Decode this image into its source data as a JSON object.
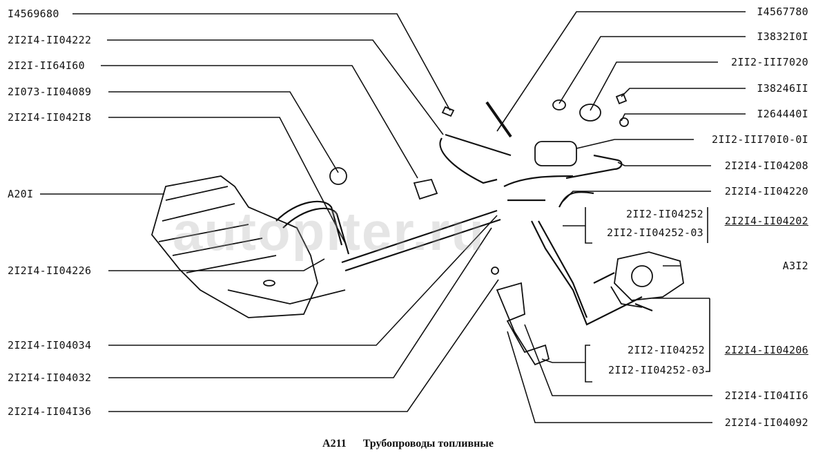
{
  "watermark": "autopiter.ru",
  "caption": {
    "code": "A211",
    "title": "Трубопроводы топливные"
  },
  "labels_left": [
    "I4569680",
    "2I2I4-II04222",
    "2I2I-II64I60",
    "2I073-II04089",
    "2I2I4-II042I8",
    "A20I",
    "2I2I4-II04226",
    "2I2I4-II04034",
    "2I2I4-II04032",
    "2I2I4-II04I36"
  ],
  "labels_right": [
    "I4567780",
    "I3832I0I",
    "2II2-III7020",
    "I38246II",
    "I264440I",
    "2II2-III70I0-0I",
    "2I2I4-II04208",
    "2I2I4-II04220",
    "2I2I4-II04202",
    "A3I2",
    "2I2I4-II04206",
    "2I2I4-II04II6",
    "2I2I4-II04092"
  ],
  "group_upper": [
    "2II2-II04252",
    "2II2-II04252-03"
  ],
  "group_lower": [
    "2II2-II04252",
    "2II2-II04252-03"
  ]
}
